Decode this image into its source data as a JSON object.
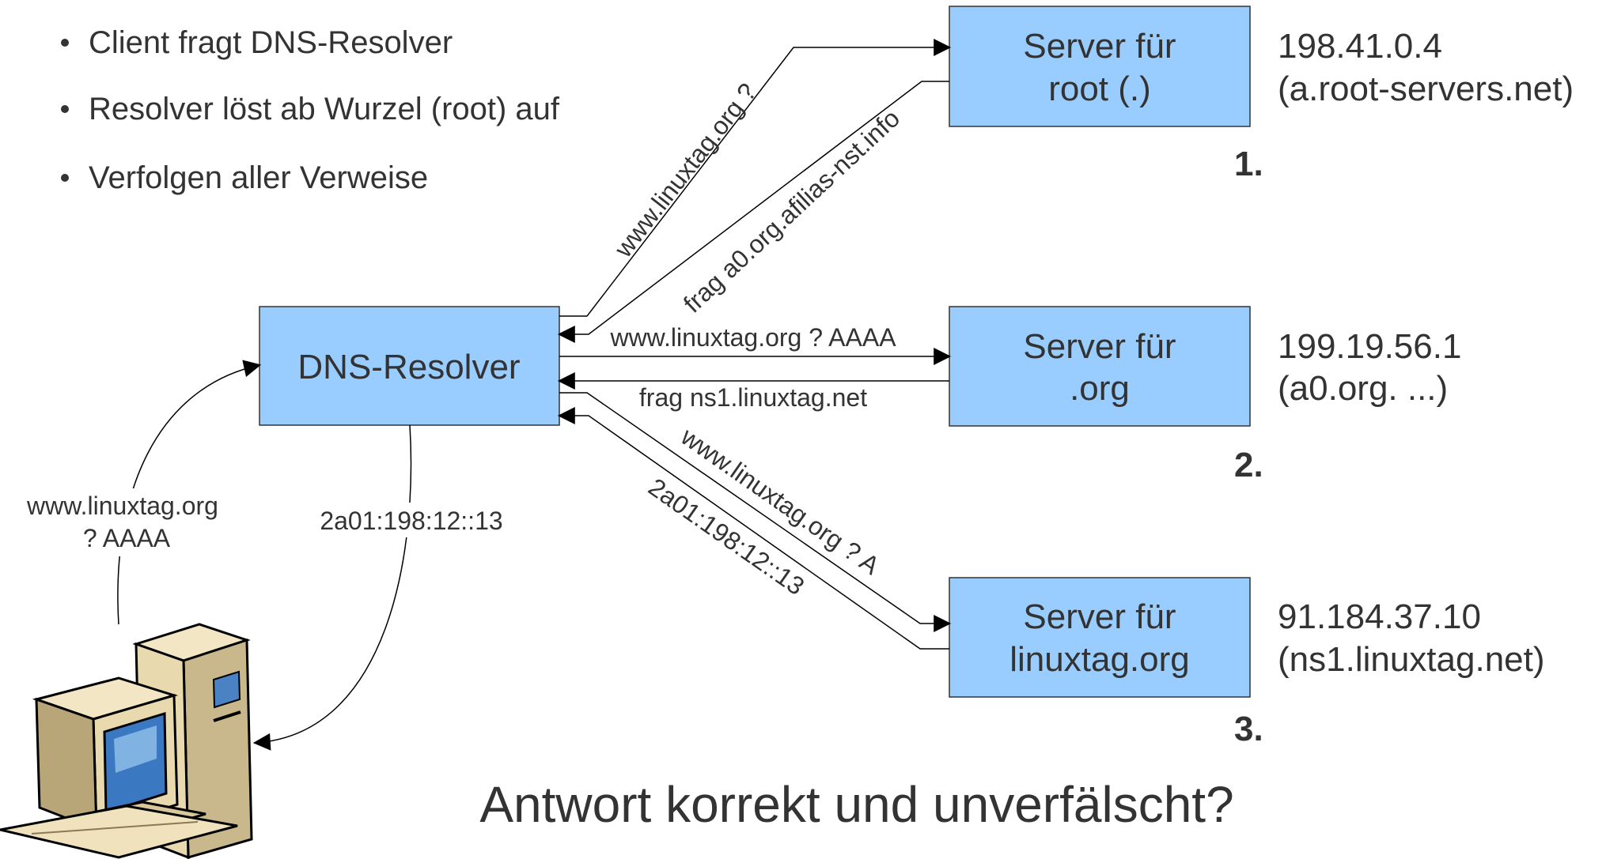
{
  "bullets": [
    "Client fragt DNS-Resolver",
    "Resolver löst ab Wurzel (root) auf",
    "Verfolgen aller Verweise"
  ],
  "resolver": {
    "label": "DNS-Resolver"
  },
  "servers": [
    {
      "line1": "Server für",
      "line2": "root (.)",
      "ip": "198.41.0.4",
      "host": "(a.root-servers.net)",
      "step": "1."
    },
    {
      "line1": "Server für",
      "line2": ".org",
      "ip": "199.19.56.1",
      "host": "(a0.org. ...)",
      "step": "2."
    },
    {
      "line1": "Server für",
      "line2": "linuxtag.org",
      "ip": "91.184.37.10",
      "host": "(ns1.linuxtag.net)",
      "step": "3."
    }
  ],
  "messages": {
    "root_query": "www.linuxtag.org ?",
    "root_reply": "frag a0.org.afilias-nst.info",
    "org_query": "www.linuxtag.org ? AAAA",
    "org_reply": "frag ns1.linuxtag.net",
    "lt_query": "www.linuxtag.org ? A",
    "lt_reply": "2a01:198:12::13",
    "client_query_line1": "www.linuxtag.org",
    "client_query_line2": "? AAAA",
    "client_reply": "2a01:198:12::13"
  },
  "question": "Antwort korrekt und unverfälscht?",
  "colors": {
    "box_fill": "#99ccff",
    "box_stroke": "#333333",
    "text": "#333333",
    "arrow": "#000000"
  }
}
